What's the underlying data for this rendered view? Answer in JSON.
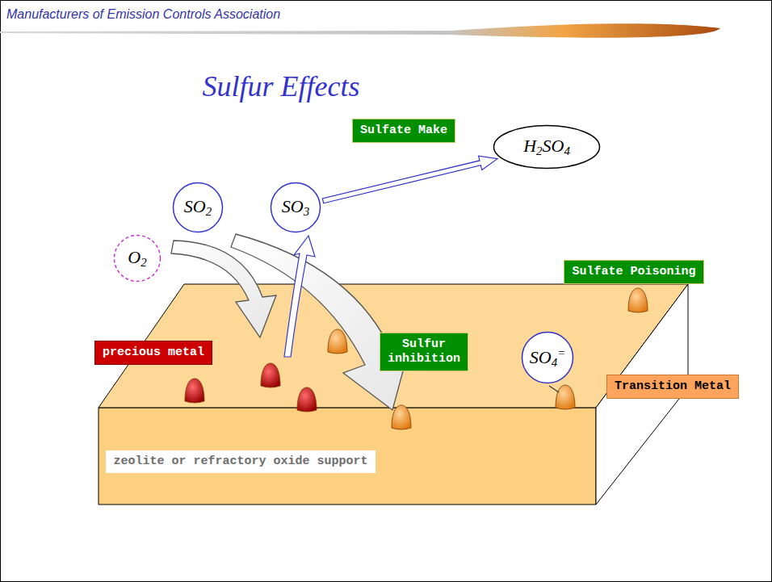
{
  "diagram": {
    "title": "Sulfur Effects",
    "nodes": [
      {
        "text": [
          "Sulfate Make"
        ]
      },
      {
        "text": [
          "H2SO4"
        ]
      },
      {
        "text": [
          "SO2"
        ]
      },
      {
        "text": [
          "SO3"
        ]
      },
      {
        "text": [
          "O2"
        ]
      },
      {
        "text": [
          "Sulfate Poisoning"
        ]
      },
      {
        "text": [
          "precious metal"
        ]
      },
      {
        "text": [
          "Sulfur inhibition"
        ]
      },
      {
        "text": [
          "SO4="
        ]
      },
      {
        "text": [
          "Transition Metal"
        ]
      },
      {
        "text": [
          "zeolite or refractory oxide support"
        ]
      }
    ],
    "edges": [
      {
        "from": 3,
        "to": 1,
        "arrow": "to"
      }
    ],
    "labels": [
      "Manufacturers of Emission Controls Association"
    ]
  }
}
